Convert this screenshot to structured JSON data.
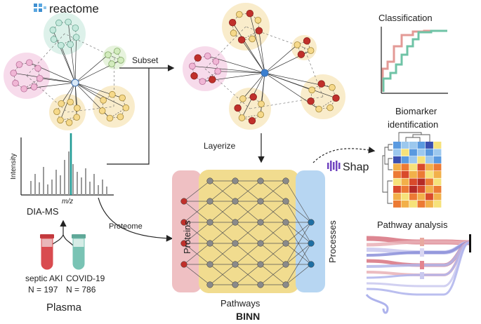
{
  "logos": {
    "reactome": "reactome",
    "shap": "Shap"
  },
  "labels": {
    "subset": "Subset",
    "layerize": "Layerize",
    "proteome": "Proteome",
    "intensity": "Intensity",
    "mz": "m/z",
    "dia_ms": "DIA-MS",
    "plasma": "Plasma",
    "septic_aki": "septic AKI",
    "septic_n": "N = 197",
    "covid": "COVID-19",
    "covid_n": "N = 786",
    "proteins": "Proteins",
    "pathways": "Pathways",
    "processes": "Processes",
    "binn": "BINN",
    "classification": "Classification",
    "biomarker_line1": "Biomarker",
    "biomarker_line2": "identification",
    "pathway_analysis": "Pathway analysis"
  },
  "colors": {
    "pink_cluster": "#f6d5e8",
    "mint_cluster": "#d7eee6",
    "yellow_cluster": "#f8e9c2",
    "node_yellow": "#f6d98a",
    "node_red": "#c0302b",
    "hub_blue": "#3a7fd0",
    "protein_band": "#efc0c3",
    "pathway_band": "#f1dc8f",
    "process_band": "#b7d6f2",
    "tube_red": "#d94b4f",
    "tube_teal": "#79c3b4",
    "shap_purple": "#7044c0"
  }
}
